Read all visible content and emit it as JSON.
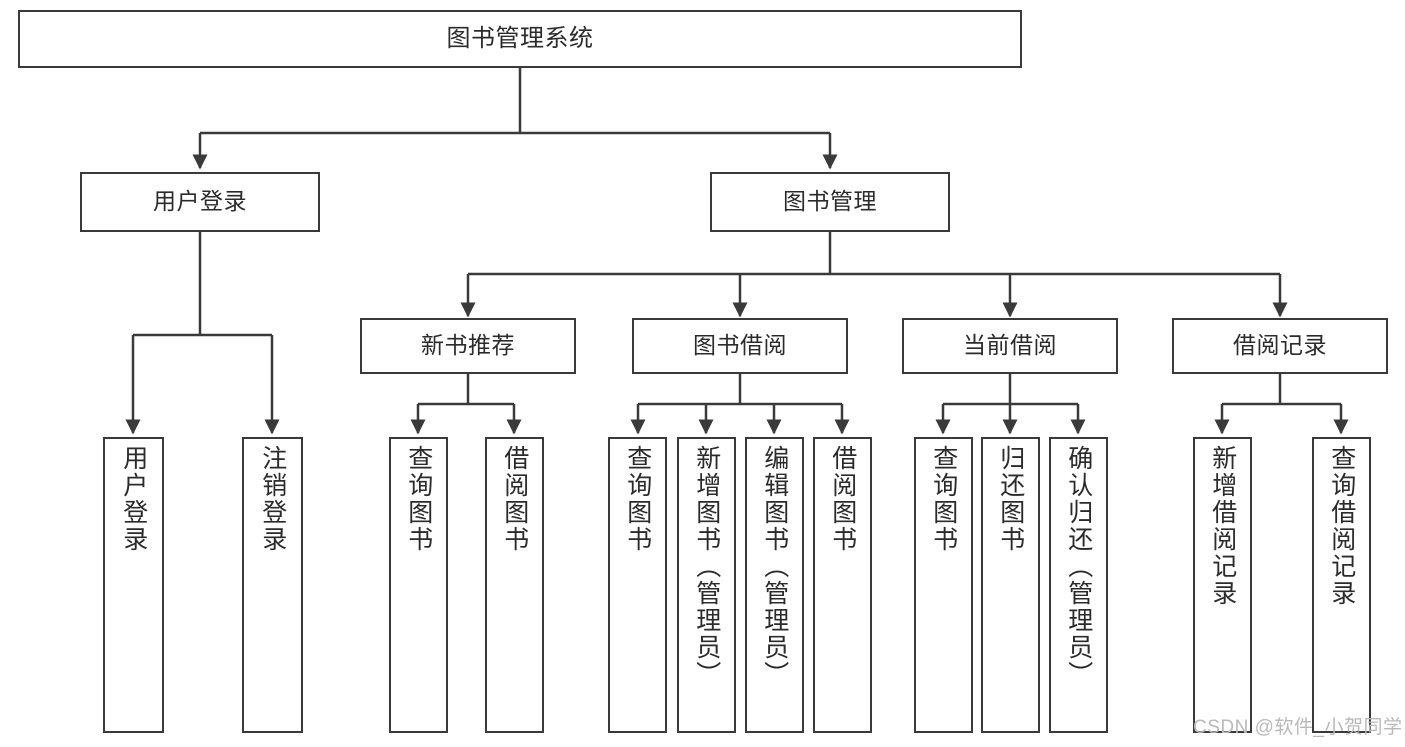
{
  "diagram": {
    "title": "图书管理系统",
    "type": "tree",
    "colors": {
      "box_border": "#3a3a3a",
      "box_fill": "#ffffff",
      "text": "#2b2b2b",
      "edge": "#3a3a3a",
      "watermark": "#b9b9b9"
    },
    "levels": {
      "root": {
        "label": "图书管理系统"
      },
      "level1": [
        {
          "label": "用户登录"
        },
        {
          "label": "图书管理"
        }
      ],
      "level2": [
        {
          "label": "新书推荐"
        },
        {
          "label": "图书借阅"
        },
        {
          "label": "当前借阅"
        },
        {
          "label": "借阅记录"
        }
      ],
      "leaves": [
        {
          "label": "用户登录",
          "parent": "用户登录"
        },
        {
          "label": "注销登录",
          "parent": "用户登录"
        },
        {
          "label": "查询图书",
          "parent": "新书推荐"
        },
        {
          "label": "借阅图书",
          "parent": "新书推荐"
        },
        {
          "label": "查询图书",
          "parent": "图书借阅"
        },
        {
          "label": "新增图书（管理员）",
          "parent": "图书借阅"
        },
        {
          "label": "编辑图书（管理员）",
          "parent": "图书借阅"
        },
        {
          "label": "借阅图书",
          "parent": "图书借阅"
        },
        {
          "label": "查询图书",
          "parent": "当前借阅"
        },
        {
          "label": "归还图书",
          "parent": "当前借阅"
        },
        {
          "label": "确认归还（管理员）",
          "parent": "当前借阅"
        },
        {
          "label": "新增借阅记录",
          "parent": "借阅记录"
        },
        {
          "label": "查询借阅记录",
          "parent": "借阅记录"
        }
      ]
    },
    "watermark": "CSDN @软件_小贺同学"
  }
}
